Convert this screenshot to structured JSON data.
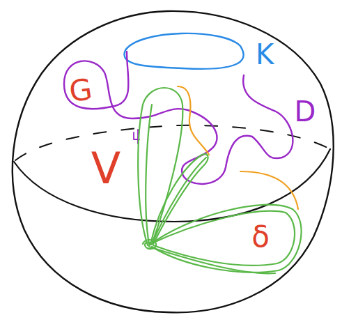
{
  "diagram": {
    "labels": [
      "G",
      "K",
      "D",
      "V",
      "δ"
    ]
  }
}
